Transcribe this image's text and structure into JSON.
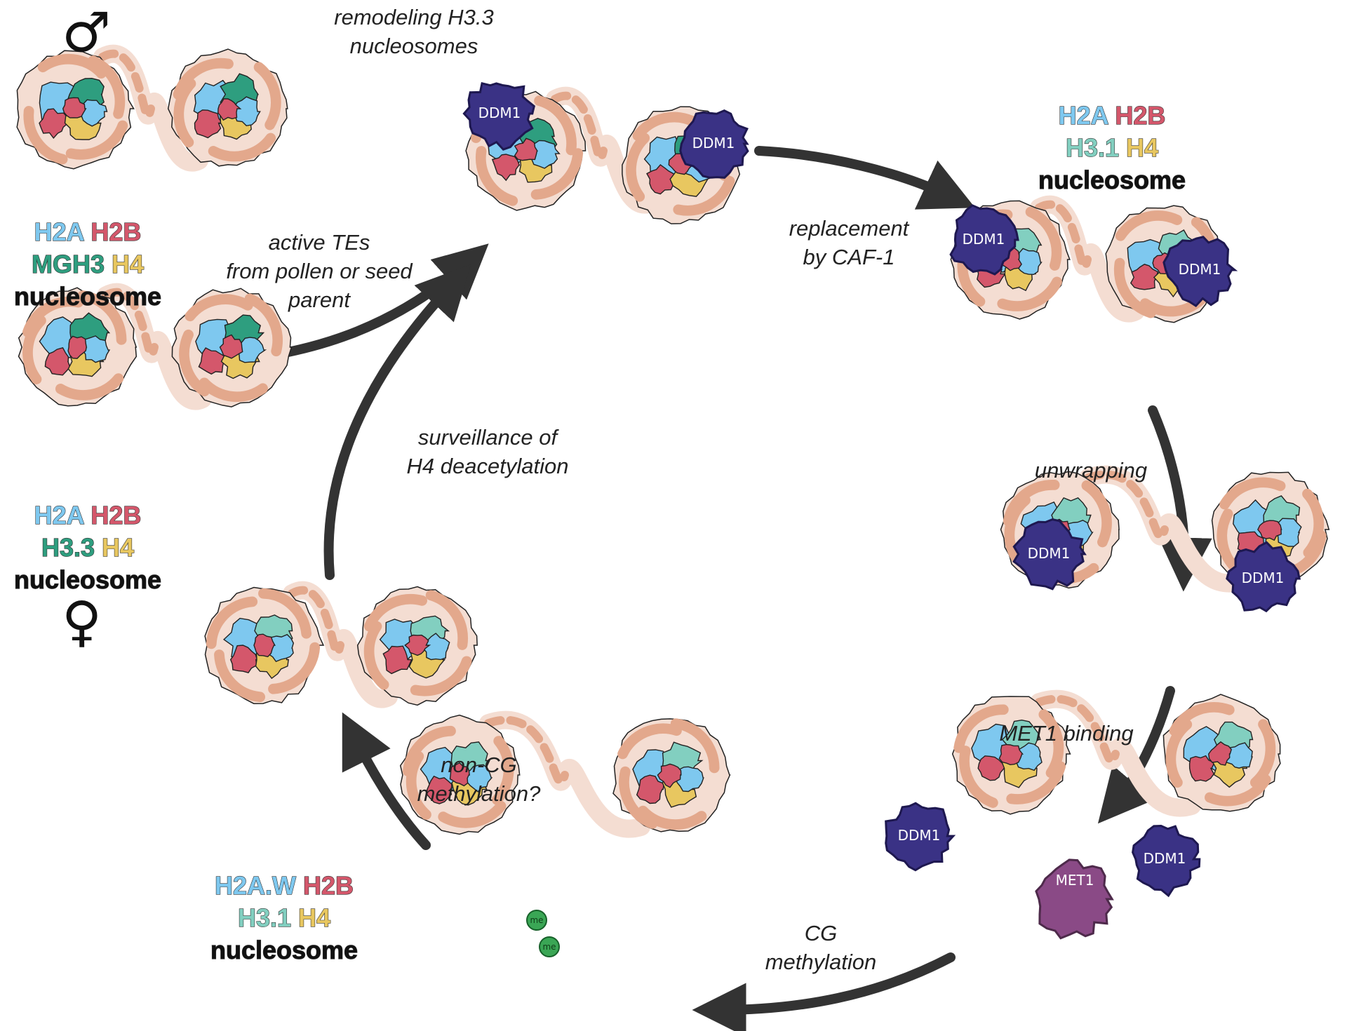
{
  "colors": {
    "H2A": "#7ec8ef",
    "H2B": "#d4576b",
    "H3_1": "#82cfc0",
    "H3_3": "#2e9e7f",
    "MGH3": "#2e9e7f",
    "H4": "#e8c760",
    "dna_dark": "#e3a88c",
    "dna_light": "#f4ddd2",
    "DDM1": "#3a3285",
    "MET1": "#8a4a86",
    "methyl": "#3aa655",
    "arrow": "#333333"
  },
  "symbols": {
    "male": "♂",
    "female": "♀"
  },
  "labels": {
    "remodeling": [
      "remodeling H3.3",
      "nucleosomes"
    ],
    "active_tes": [
      "active TEs",
      "from pollen or seed",
      "parent"
    ],
    "replacement": [
      "replacement",
      "by CAF-1"
    ],
    "unwrapping": "unwrapping",
    "met1_binding": "MET1 binding",
    "cg_methylation": [
      "CG",
      "methylation"
    ],
    "non_cg": [
      "non-CG",
      "methylation?"
    ],
    "surveillance": [
      "surveillance of",
      "H4 deacetylation"
    ]
  },
  "nucleosome_sets": {
    "male": {
      "line1": [
        "H2A",
        "H2B"
      ],
      "line2": [
        "MGH3",
        "H4"
      ],
      "word": "nucleosome"
    },
    "female": {
      "line1": [
        "H2A",
        "H2B"
      ],
      "line2": [
        "H3.3",
        "H4"
      ],
      "word": "nucleosome"
    },
    "h31": {
      "line1": [
        "H2A",
        "H2B"
      ],
      "line2": [
        "H3.1",
        "H4"
      ],
      "word": "nucleosome"
    },
    "h2aw": {
      "line1": [
        "H2A.W",
        "H2B"
      ],
      "line2": [
        "H3.1",
        "H4"
      ],
      "word": "nucleosome"
    }
  },
  "protein_labels": {
    "ddm1": "DDM1",
    "met1": "MET1",
    "methyl_mark": "me"
  }
}
